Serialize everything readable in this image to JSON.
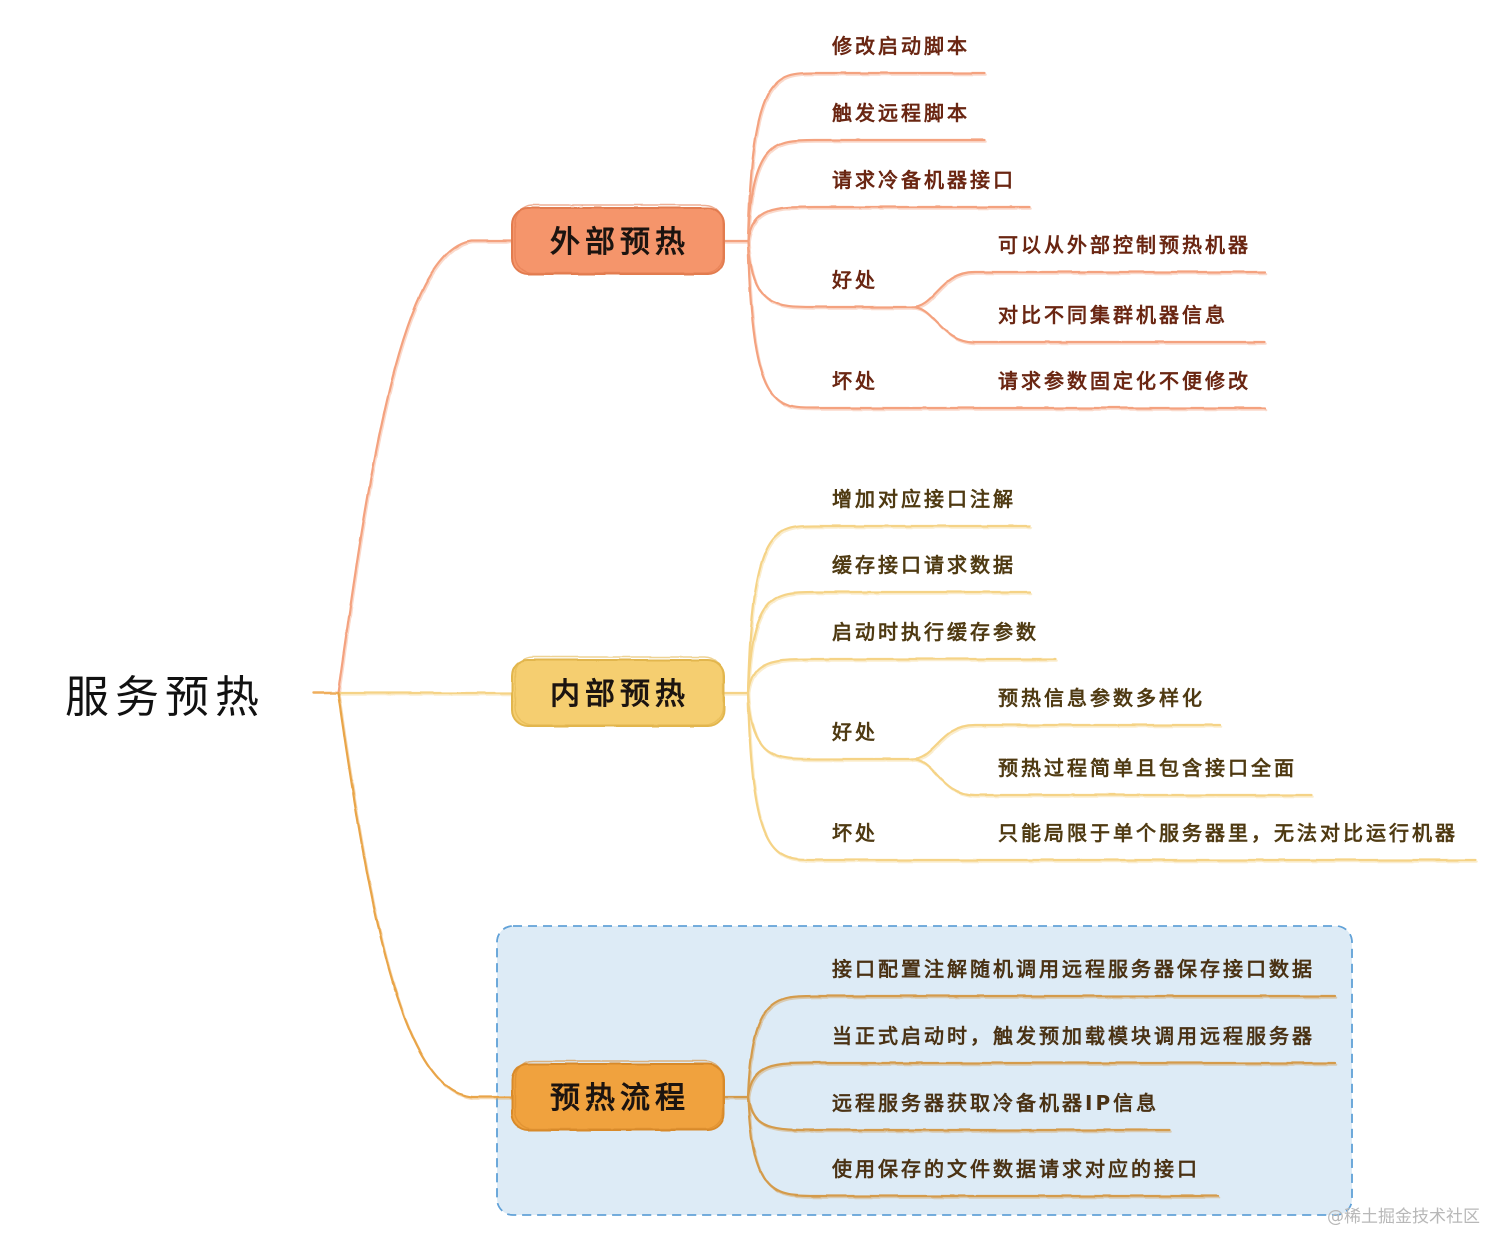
{
  "root": {
    "label": "服务预热",
    "color": "#111111"
  },
  "stub_color": "#EFAE5C",
  "branches": [
    {
      "label": "外部预热",
      "line_color": "#F4A27F",
      "box_color": "#F5956B",
      "box_stroke": "#E27B50",
      "text_color": "#6A2612",
      "children": [
        {
          "label": "修改启动脚本"
        },
        {
          "label": "触发远程脚本"
        },
        {
          "label": "请求冷备机器接口"
        },
        {
          "label": "好处",
          "children": [
            {
              "label": "可以从外部控制预热机器"
            },
            {
              "label": "对比不同集群机器信息"
            }
          ]
        },
        {
          "label": "坏处",
          "children": [
            {
              "label": "请求参数固定化不便修改"
            }
          ]
        }
      ]
    },
    {
      "label": "内部预热",
      "line_color": "#F5D386",
      "box_color": "#F5CE70",
      "box_stroke": "#E2B64E",
      "text_color": "#4F3A12",
      "children": [
        {
          "label": "增加对应接口注解"
        },
        {
          "label": "缓存接口请求数据"
        },
        {
          "label": "启动时执行缓存参数"
        },
        {
          "label": "好处",
          "children": [
            {
              "label": "预热信息参数多样化"
            },
            {
              "label": "预热过程简单且包含接口全面"
            }
          ]
        },
        {
          "label": "坏处",
          "children": [
            {
              "label": "只能局限于单个服务器里，无法对比运行机器"
            }
          ]
        }
      ]
    },
    {
      "label": "预热流程",
      "line_color": "#E9A548",
      "leaf_line_color": "#D49B4C",
      "box_color": "#F0A23E",
      "box_stroke": "#D88A2B",
      "text_color": "#4A3214",
      "container": {
        "fill": "#DDEBF6",
        "stroke": "#62A2D8"
      },
      "children": [
        {
          "label": "接口配置注解随机调用远程服务器保存接口数据"
        },
        {
          "label": "当正式启动时，触发预加载模块调用远程服务器"
        },
        {
          "label": "远程服务器获取冷备机器IP信息"
        },
        {
          "label": "使用保存的文件数据请求对应的接口"
        }
      ]
    }
  ],
  "watermark": "@稀土掘金技术社区"
}
